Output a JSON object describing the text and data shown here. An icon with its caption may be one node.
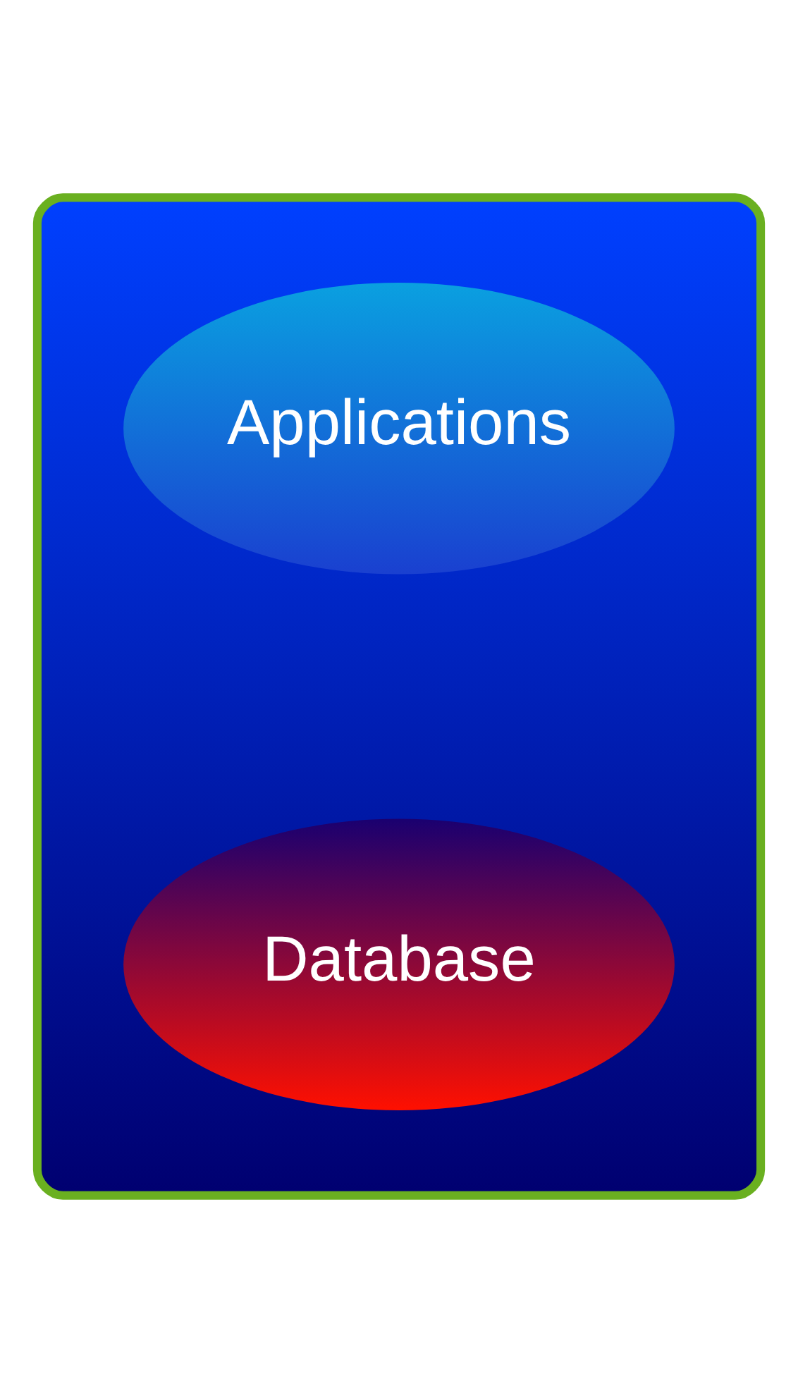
{
  "diagram": {
    "nodes": [
      {
        "text": [],
        "shape": "box"
      },
      {
        "text": [
          "Applications"
        ],
        "in": 0
      },
      {
        "text": [
          "Database"
        ],
        "in": 0
      }
    ]
  }
}
